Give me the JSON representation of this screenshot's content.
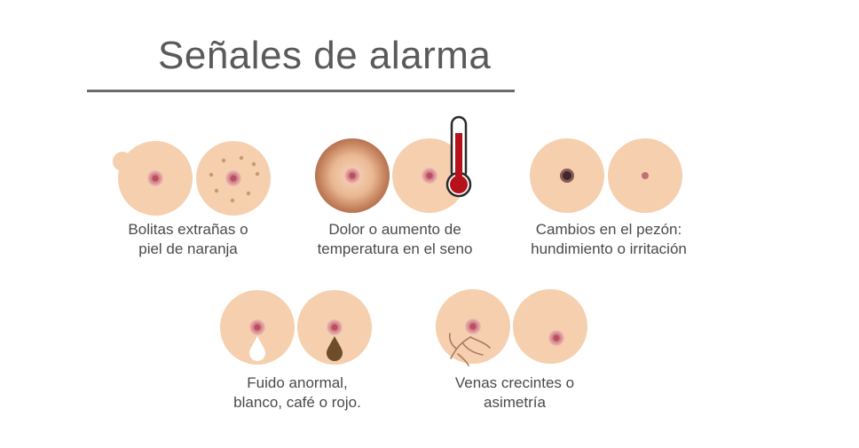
{
  "title": "Señales de alarma",
  "signs": [
    {
      "line1": "Bolitas extrañas o",
      "line2": "piel de naranja",
      "icon": "lumps-orange-peel-icon"
    },
    {
      "line1": "Dolor o aumento de",
      "line2": "temperatura en el seno",
      "icon": "thermometer-icon"
    },
    {
      "line1": "Cambios en el pezón:",
      "line2": "hundimiento o irritación",
      "icon": "nipple-change-icon"
    },
    {
      "line1": "Fuido anormal,",
      "line2": "blanco, café o rojo.",
      "icon": "fluid-drop-icon"
    },
    {
      "line1": "Venas crecintes o",
      "line2": "asimetría",
      "icon": "veins-icon"
    }
  ],
  "colors": {
    "skin": "#f5cfae",
    "skin_warm": "#f0c4a0",
    "areola": "#e7a8a0",
    "nipple": "#b8505e",
    "inflamed": "#c07a55",
    "thermo_red": "#b5121b",
    "text": "#4a4a4a",
    "title": "#5a5a5a"
  }
}
